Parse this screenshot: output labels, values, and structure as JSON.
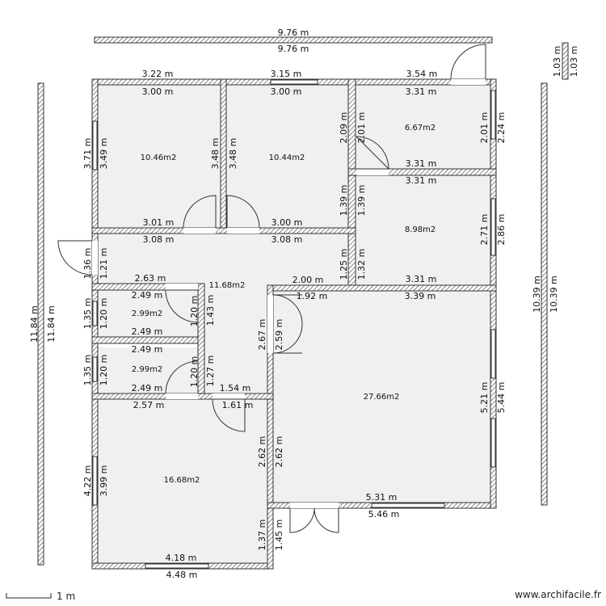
{
  "scale": {
    "label": "1 m"
  },
  "site": {
    "label": "www.archifacile.fr"
  },
  "walls": {
    "top_outer": "9.76 m",
    "top_inner": "9.76 m",
    "left_outer": "11.84 m",
    "left_inner": "11.84 m",
    "right_outer": "10.39 m",
    "right_inner": "10.39 m",
    "small_outer": "1.03 m",
    "small_inner": "1.03 m"
  },
  "rooms": {
    "room_a": {
      "area": "10.46m2",
      "top_out": "3.22 m",
      "top_in": "3.00 m",
      "left_out": "3.71 m",
      "left_in": "3.49 m",
      "bottom_in": "3.01 m",
      "right_in": "3.48 m"
    },
    "room_b": {
      "area": "10.44m2",
      "top_out": "3.15 m",
      "top_in": "3.00 m",
      "left_in": "3.48 m",
      "right_in": "2.09 m",
      "bottom_in": "3.00 m"
    },
    "room_c": {
      "area": "6.67m2",
      "top_out": "3.54 m",
      "top_in": "3.31 m",
      "left_in": "2.01 m",
      "right_in": "2.01 m",
      "right_out": "2.24 m",
      "bottom_in": "3.31 m"
    },
    "room_d": {
      "area": "8.98m2",
      "top_in": "3.31 m",
      "left_in": "1.39 m",
      "left_out": "1.39 m",
      "right_in": "2.71 m",
      "right_out": "2.86 m",
      "bottom_in": "3.31 m"
    },
    "hall": {
      "area": "11.68m2",
      "top_left": "3.08 m",
      "top_right": "3.08 m",
      "left_out": "1.36 m",
      "left_in": "1.21 m",
      "right_a": "1.25 m",
      "right_b": "1.32 m",
      "mid_left": "2.63 m",
      "mid_right": "2.00 m",
      "step": "1.43 m",
      "bottom_in": "1.54 m",
      "bottom_out": "1.61 m",
      "narrow": "1.27 m"
    },
    "bath1": {
      "area": "2.99m2",
      "top": "2.49 m",
      "bottom": "2.49 m",
      "left_out": "1.35 m",
      "left_in": "1.20 m",
      "right": "1.20 m"
    },
    "bath2": {
      "area": "2.99m2",
      "top": "2.49 m",
      "bottom": "2.49 m",
      "left_out": "1.35 m",
      "left_in": "1.20 m",
      "right": "1.20 m"
    },
    "bedroom": {
      "area": "16.68m2",
      "top": "2.57 m",
      "left_out": "4.22 m",
      "left_in": "3.99 m",
      "right_in": "2.62 m",
      "right_out": "2.62 m",
      "lower_right": "1.37 m",
      "lower_right_out": "1.45 m",
      "bottom_in": "4.18 m",
      "bottom_out": "4.48 m"
    },
    "living": {
      "area": "27.66m2",
      "top_left": "1.92 m",
      "top_right": "3.39 m",
      "left_a": "2.67 m",
      "left_b": "2.59 m",
      "right_in": "5.21 m",
      "right_out": "5.44 m",
      "bottom_in": "5.31 m",
      "bottom_out": "5.46 m"
    }
  }
}
